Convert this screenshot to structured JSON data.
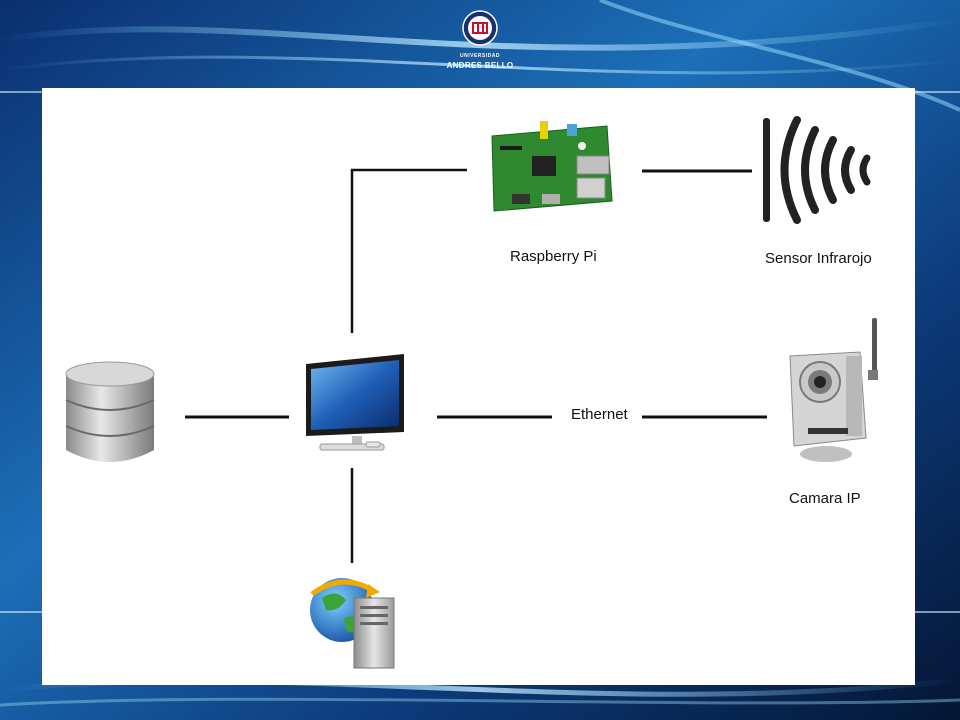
{
  "logo": {
    "line1": "UNIVERSIDAD",
    "line2": "ANDRES BELLO"
  },
  "diagram": {
    "labels": {
      "raspberry": "Raspberry Pi",
      "sensor": "Sensor Infrarojo",
      "ethernet": "Ethernet",
      "camera": "Camara IP"
    },
    "nodes": [
      "database-icon",
      "computer-monitor-icon",
      "raspberry-pi-board-icon",
      "infrared-sensor-icon",
      "ip-camera-icon",
      "web-server-globe-icon"
    ],
    "colors": {
      "background": "#0b2a5c",
      "panel": "#ffffff",
      "connector": "#111111",
      "board": "#2f8a2f"
    }
  }
}
